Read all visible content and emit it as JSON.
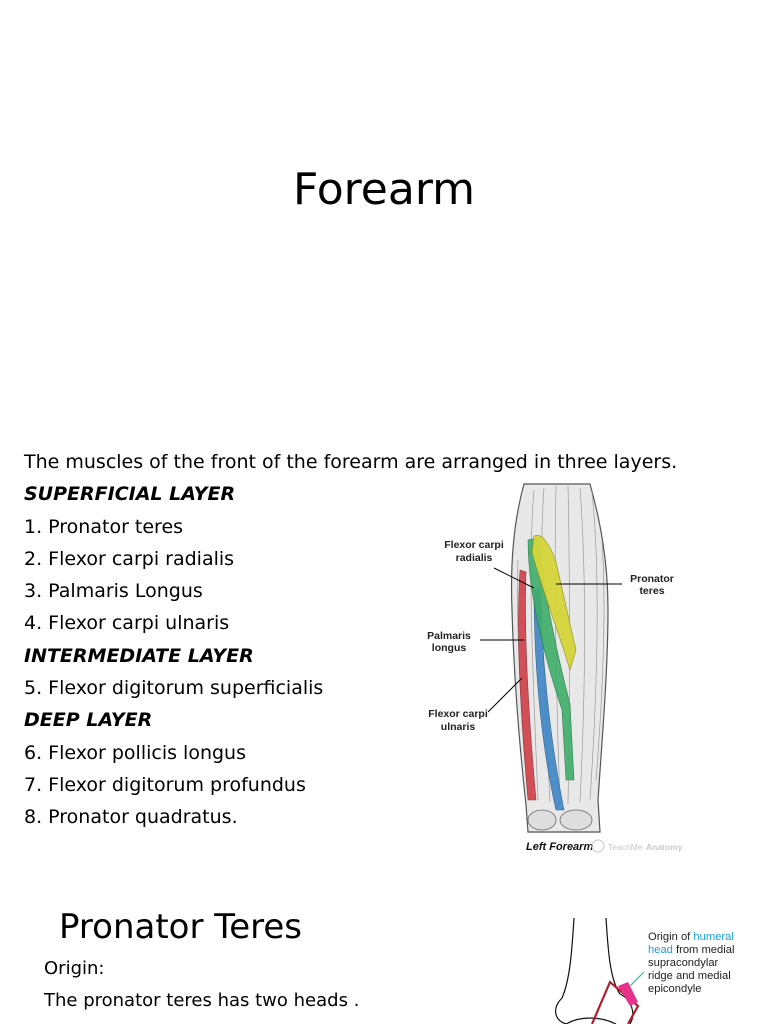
{
  "slide1": {
    "title": "Forearm"
  },
  "slide2": {
    "intro": "The muscles of the front of the forearm are arranged in three layers.",
    "superficial_heading": "SUPERFICIAL LAYER",
    "item1": "1. Pronator teres",
    "item2": "2. Flexor carpi radialis",
    "item3": "3. Palmaris Longus",
    "item4": "4. Flexor carpi ulnaris",
    "intermediate_heading": "INTERMEDIATE LAYER",
    "item5": "5. Flexor digitorum superficialis",
    "deep_heading": "DEEP LAYER",
    "item6": "6. Flexor pollicis longus",
    "item7": "7. Flexor digitorum profundus",
    "item8": "8. Pronator quadratus.",
    "figure": {
      "label_fcr_1": "Flexor carpi",
      "label_fcr_2": "radialis",
      "label_pt_1": "Pronator",
      "label_pt_2": "teres",
      "label_pl_1": "Palmaris",
      "label_pl_2": "longus",
      "label_fcu_1": "Flexor carpi",
      "label_fcu_2": "ulnaris",
      "caption": "Left Forearm",
      "watermark_teach": "TeachMe",
      "watermark_anatomy": "Anatomy",
      "colors": {
        "pronator_teres": "#d6d63a",
        "flexor_carpi_radialis": "#3fae6a",
        "palmaris_longus": "#3f86c6",
        "flexor_carpi_ulnaris": "#d2434b"
      }
    }
  },
  "slide3": {
    "title": "Pronator Teres",
    "origin_label": "Origin:",
    "origin_text": "The pronator teres has two heads .",
    "figure": {
      "line1_prefix": "Origin of ",
      "line1_highlight": "humeral",
      "line2_highlight": "head",
      "line2_rest": " from medial",
      "line3": "supracondylar",
      "line4": "ridge and medial",
      "line5": "epicondyle",
      "highlight_color": "#1a9fd6",
      "origin_color": "#e6328c"
    }
  }
}
